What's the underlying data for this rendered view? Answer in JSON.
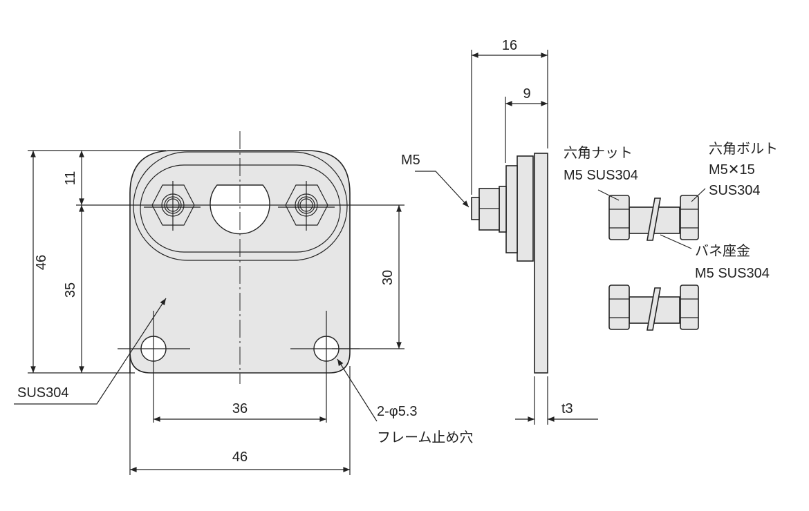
{
  "dimensions": {
    "overall_height": "46",
    "top_to_center": "11",
    "center_to_bottom": "35",
    "center_to_hole": "30",
    "hole_pitch": "36",
    "overall_width": "46",
    "side_depth": "16",
    "side_partial": "9",
    "thickness": "t3"
  },
  "labels": {
    "plate_material": "SUS304",
    "holes_line1": "2-φ5.3",
    "holes_line2": "フレーム止め穴",
    "thread": "M5",
    "nut_line1": "六角ナット",
    "nut_line2": "M5 SUS304",
    "bolt_line1": "六角ボルト",
    "bolt_line2": "M5✕15",
    "bolt_line3": "SUS304",
    "washer_line1": "バネ座金",
    "washer_line2": "M5 SUS304"
  },
  "colors": {
    "part_fill": "#e6e6e6",
    "line": "#222222"
  }
}
